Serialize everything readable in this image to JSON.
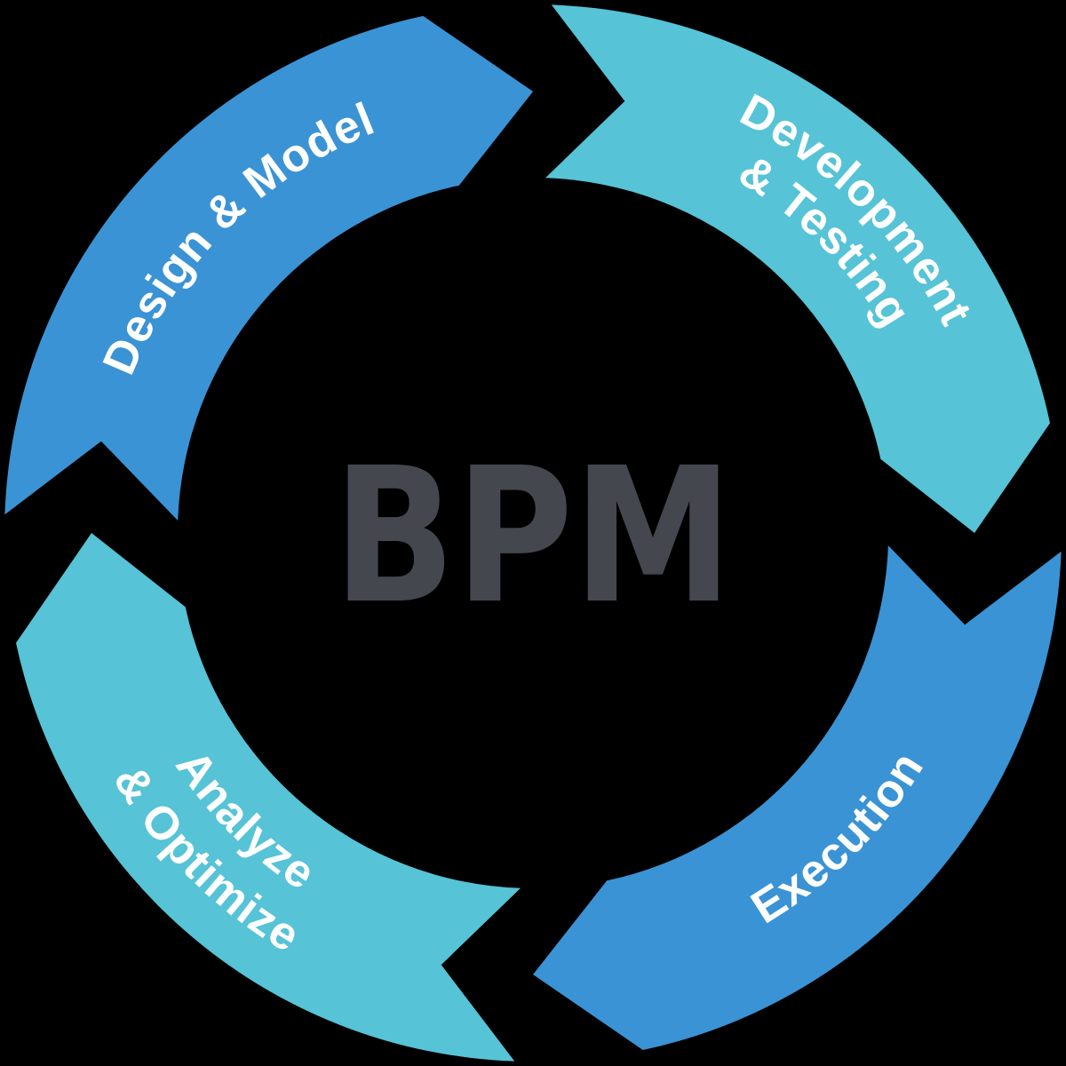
{
  "diagram": {
    "type": "cycle-diagram",
    "title": "BPM lifecycle",
    "center_label": "BPM",
    "flow_direction": "clockwise",
    "background_color": "#000000",
    "center_text_color": "#45474f",
    "label_text_color": "#ffffff",
    "colors": {
      "blue": "#3a93d5",
      "teal": "#56c3d6"
    },
    "segments": [
      {
        "id": "design-model",
        "label": "Design & Model",
        "lines": [
          "Design & Model"
        ],
        "color": "#3a93d5",
        "position": "top-left"
      },
      {
        "id": "development-testing",
        "label": "Development & Testing",
        "lines": [
          "Development",
          "& Testing"
        ],
        "color": "#56c3d6",
        "position": "top-right"
      },
      {
        "id": "execution",
        "label": "Execution",
        "lines": [
          "Execution"
        ],
        "color": "#3a93d5",
        "position": "bottom-right"
      },
      {
        "id": "analyze-optimize",
        "label": "Analyze & Optimize",
        "lines": [
          "Analyze",
          "& Optimize"
        ],
        "color": "#56c3d6",
        "position": "bottom-left"
      }
    ]
  }
}
